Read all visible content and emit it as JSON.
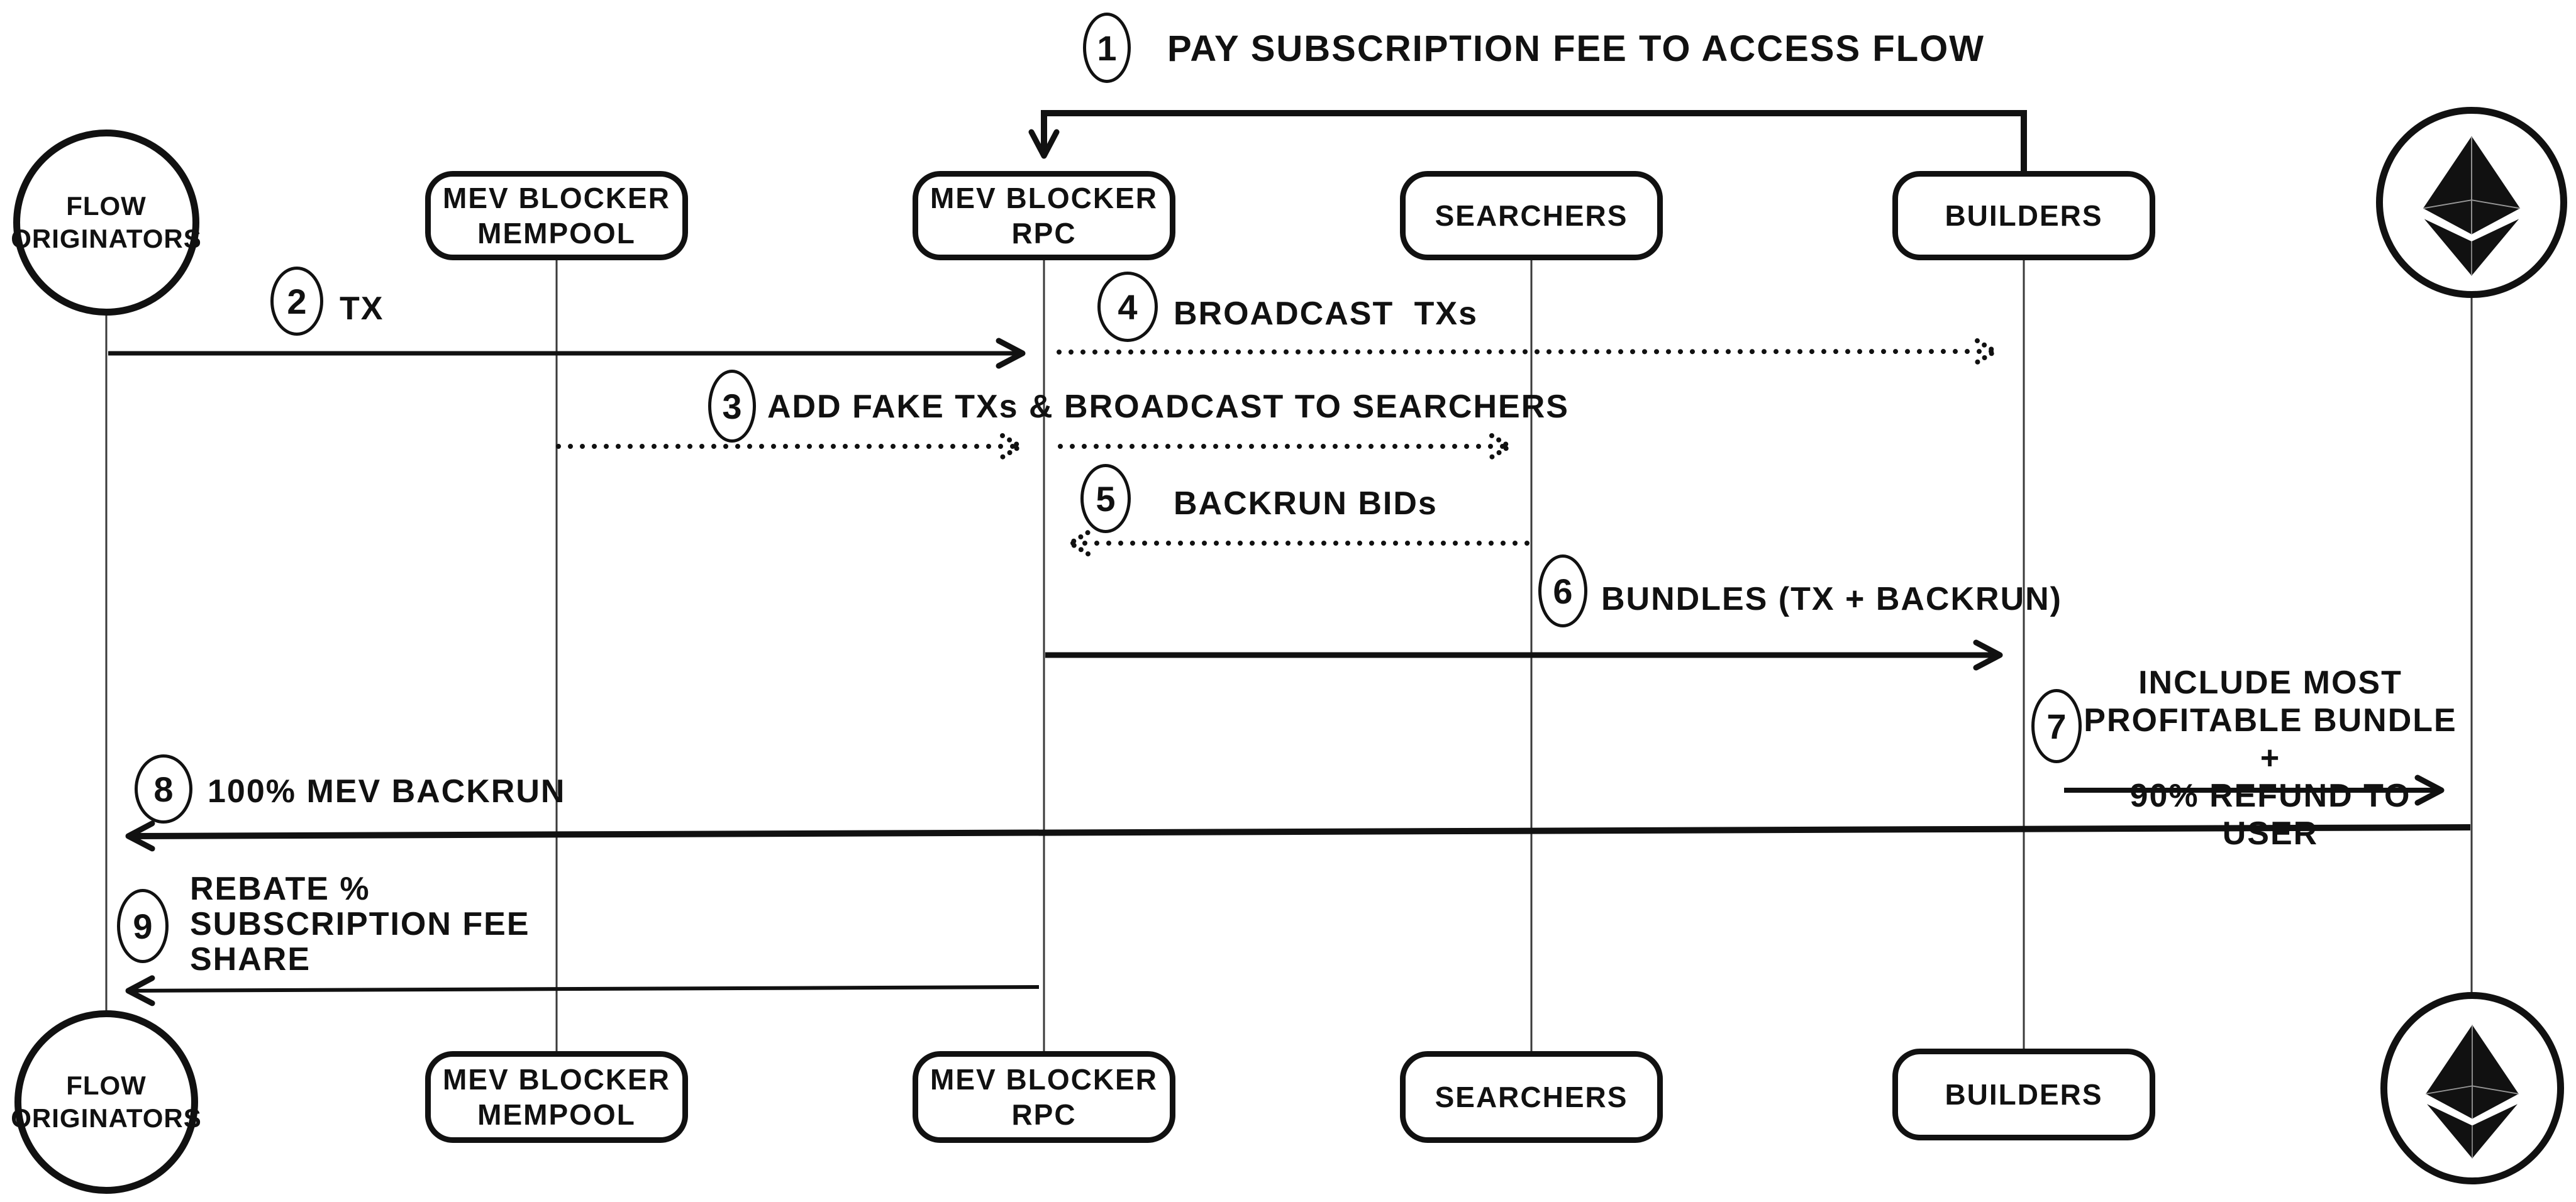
{
  "colors": {
    "ink": "#111111",
    "paper": "#ffffff"
  },
  "participants": {
    "flow": {
      "line1": "FLOW",
      "line2": "ORIGINATORS"
    },
    "mempool": {
      "line1": "MEV BLOCKER",
      "line2": "MEMPOOL"
    },
    "rpc": {
      "line1": "MEV BLOCKER",
      "line2": "RPC"
    },
    "searchers": {
      "label": "SEARCHERS"
    },
    "builders": {
      "label": "BUILDERS"
    },
    "ethereum": {
      "icon": "ethereum-logo"
    }
  },
  "messages": {
    "m1": {
      "num": "1",
      "label": "PAY SUBSCRIPTION FEE TO ACCESS FLOW"
    },
    "m2": {
      "num": "2",
      "label": "TX"
    },
    "m3": {
      "num": "3",
      "label": "ADD FAKE TXs & BROADCAST TO SEARCHERS"
    },
    "m4": {
      "num": "4",
      "label": "BROADCAST TXs"
    },
    "m5": {
      "num": "5",
      "label": "BACKRUN BIDs"
    },
    "m6": {
      "num": "6",
      "label": "BUNDLES (TX + BACKRUN)"
    },
    "m7": {
      "num": "7",
      "lines": [
        "INCLUDE MOST",
        "PROFITABLE BUNDLE +",
        "90% REFUND TO USER"
      ]
    },
    "m8": {
      "num": "8",
      "label": "100% MEV BACKRUN"
    },
    "m9": {
      "num": "9",
      "lines": [
        "REBATE %",
        "SUBSCRIPTION FEE",
        "SHARE"
      ]
    }
  }
}
